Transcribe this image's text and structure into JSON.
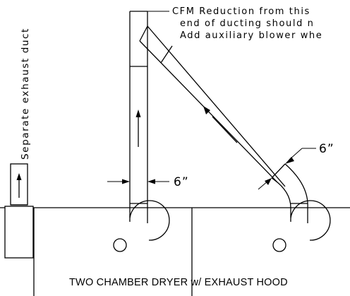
{
  "labels": {
    "vertical_note": "Separate exhaust duct",
    "cfm_note_line1": "CFM Reduction from this",
    "cfm_note_line2": "end of ducting should n",
    "cfm_note_line3": "Add auxiliary blower whe",
    "dim_left": "6”",
    "dim_right": "6”",
    "caption": "TWO CHAMBER DRYER w/ EXHAUST HOOD"
  }
}
